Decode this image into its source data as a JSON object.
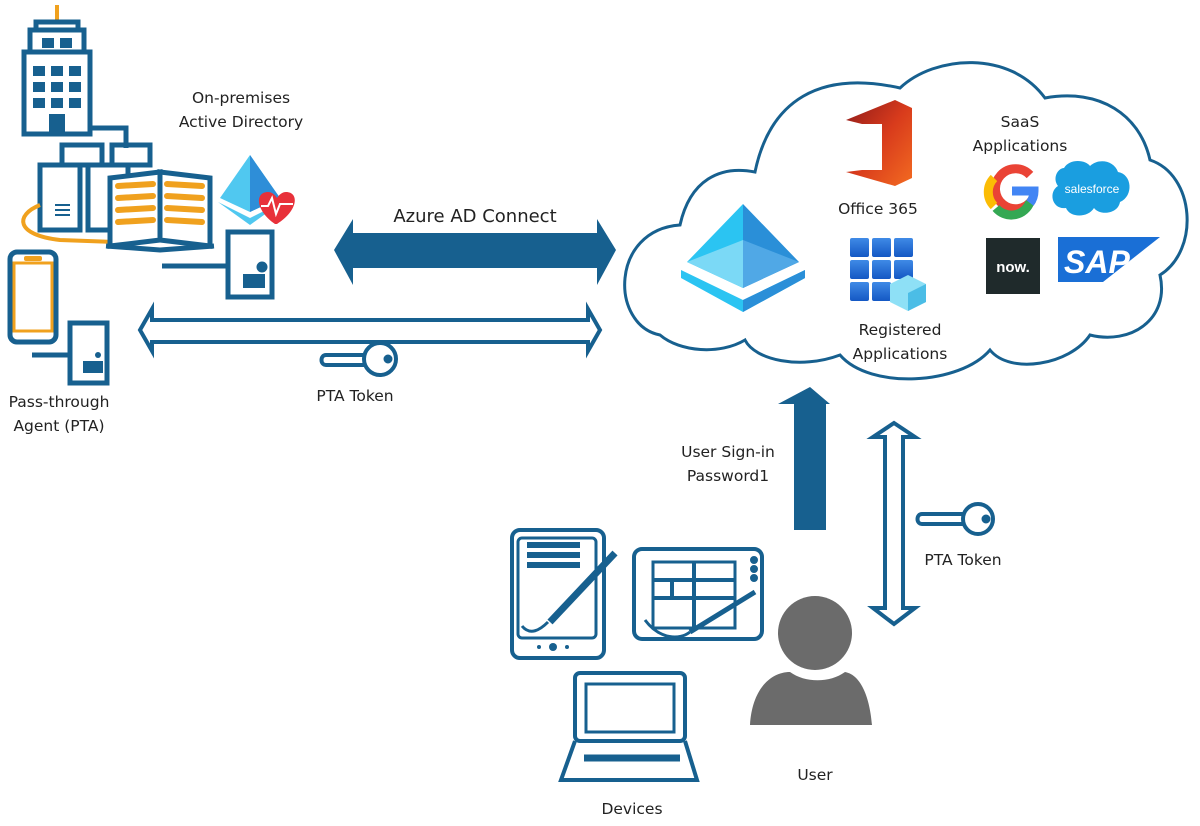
{
  "colors": {
    "primary_blue": "#17608f",
    "accent_orange": "#f0a11e",
    "user_gray": "#6b6b6b",
    "azure_light": "#50c8f0",
    "azure_dark": "#1f7fd0"
  },
  "labels": {
    "onprem_ad": [
      "On-premises",
      "Active Directory"
    ],
    "pta_agent": [
      "Pass-through",
      "Agent (PTA)"
    ],
    "azure_ad_connect": "Azure AD Connect",
    "pta_token_left": "PTA Token",
    "office365": "Office 365",
    "saas": [
      "SaaS",
      "Applications"
    ],
    "registered_apps": [
      "Registered",
      "Applications"
    ],
    "user_signin": [
      "User Sign-in",
      "Password1"
    ],
    "pta_token_right": "PTA Token",
    "user": "User",
    "devices": "Devices"
  },
  "logos": {
    "salesforce": "salesforce",
    "servicenow": "now.",
    "sap": "SAP",
    "google": "G"
  },
  "icons": {
    "building": "office-building-icon",
    "servers": "server-icon",
    "directory_book": "directory-book-icon",
    "azure_ad_health": "azure-ad-health-icon",
    "key": "key-icon",
    "azure_ad": "azure-ad-icon",
    "office": "office-365-icon",
    "registered_apps": "app-grid-icon",
    "user": "user-silhouette-icon",
    "devices": "devices-icon"
  }
}
